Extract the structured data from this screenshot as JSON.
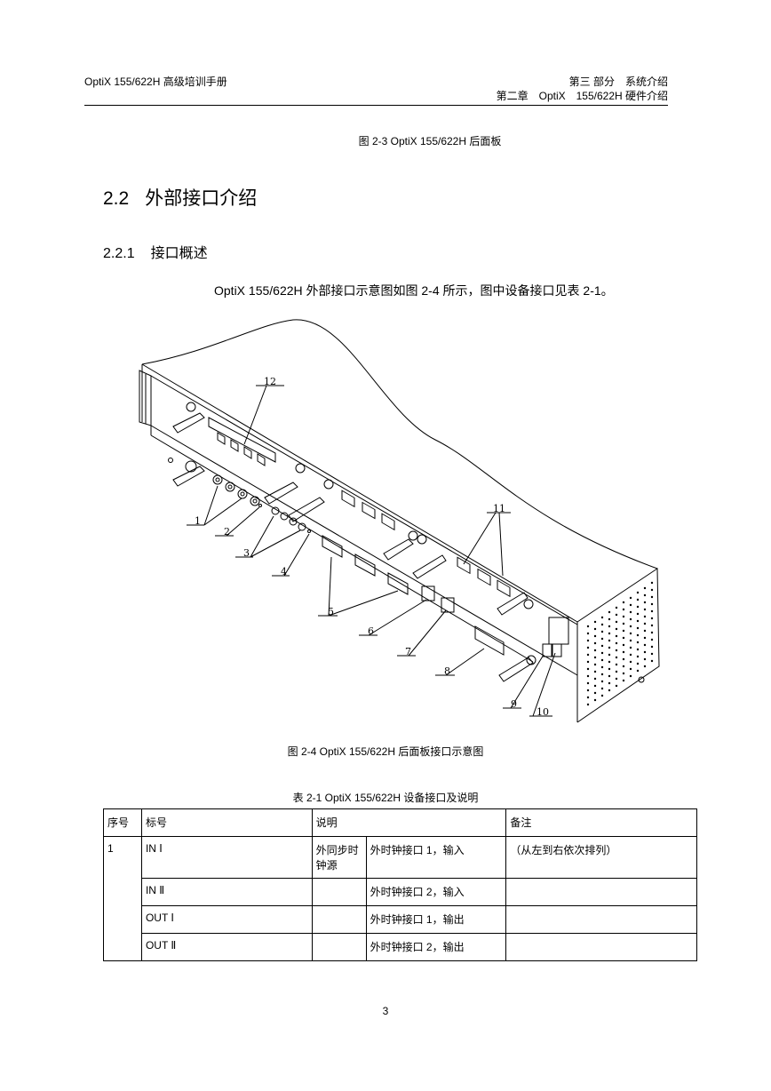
{
  "header": {
    "left": "OptiX 155/622H 高级培训手册",
    "right_line1": "第三 部分　系统介绍",
    "right_line2": "第二章　OptiX　155/622H 硬件介绍"
  },
  "figure3_caption": "图 2-3  OptiX 155/622H 后面板",
  "section": {
    "number": "2.2",
    "title": "外部接口介绍"
  },
  "subsection": {
    "number": "2.2.1",
    "title": "接口概述"
  },
  "paragraph": "OptiX 155/622H 外部接口示意图如图 2-4 所示，图中设备接口见表 2-1。",
  "figure4": {
    "caption": "图 2-4  OptiX 155/622H 后面板接口示意图",
    "callouts": [
      "1",
      "2",
      "3",
      "4",
      "5",
      "6",
      "7",
      "8",
      "9",
      "10",
      "11",
      "12"
    ]
  },
  "table": {
    "caption": "表 2-1  OptiX 155/622H 设备接口及说明",
    "headers": [
      "序号",
      "标号",
      "说明",
      "备注"
    ],
    "row1": {
      "seq": "1",
      "label": "IN Ⅰ",
      "group": "外同步时钟源",
      "desc": "外时钟接口 1，输入",
      "note": "（从左到右依次排列）"
    },
    "row2": {
      "label": "IN Ⅱ",
      "desc": "外时钟接口 2，输入"
    },
    "row3": {
      "label": "OUT Ⅰ",
      "desc": "外时钟接口 1，输出"
    },
    "row4": {
      "label": "OUT Ⅱ",
      "desc": "外时钟接口 2，输出"
    }
  },
  "page_number": "3"
}
